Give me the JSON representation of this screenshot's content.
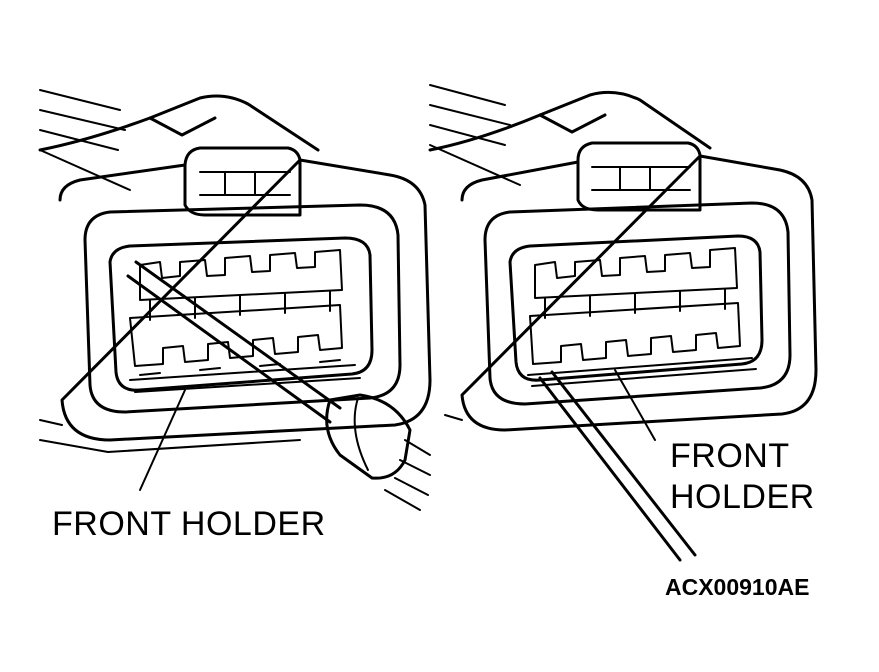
{
  "labels": {
    "left": "FRONT HOLDER",
    "right_line1": "FRONT",
    "right_line2": "HOLDER",
    "figure_code": "ACX00910AE"
  }
}
